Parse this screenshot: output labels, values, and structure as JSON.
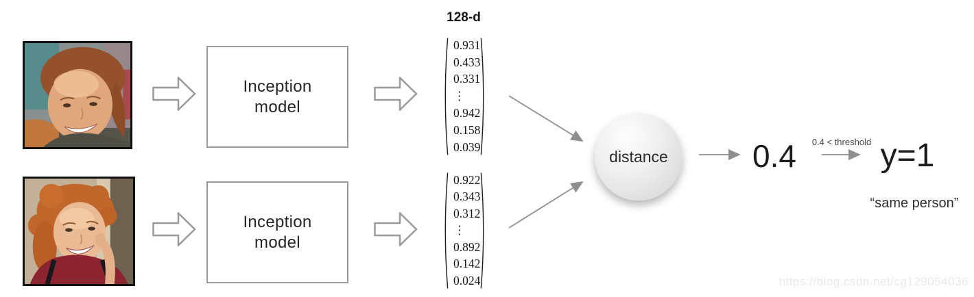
{
  "diagram": {
    "vector_title": "128-d",
    "model_label": "Inception\nmodel",
    "vector_top": {
      "values": [
        "0.931",
        "0.433",
        "0.331",
        "⋮",
        "0.942",
        "0.158",
        "0.039"
      ]
    },
    "vector_bottom": {
      "values": [
        "0.922",
        "0.343",
        "0.312",
        "⋮",
        "0.892",
        "0.142",
        "0.024"
      ]
    },
    "distance_label": "distance",
    "distance_value": "0.4",
    "threshold_note": "0.4 < threshold",
    "output_label": "y=1",
    "output_caption": "“same person”",
    "photos": {
      "top_description": "woman with red hair, selfie",
      "bottom_description": "woman with red hair, portrait"
    },
    "colors": {
      "arrow_gray": "#8f8f8f",
      "box_border": "#9a9a9a",
      "text_dark": "#1c1c1c",
      "circle_fill": "#e8e8e8",
      "watermark_gray": "#e9e9e9"
    }
  },
  "watermark": {
    "text": "https://blog.csdn.net/cg129054036"
  }
}
